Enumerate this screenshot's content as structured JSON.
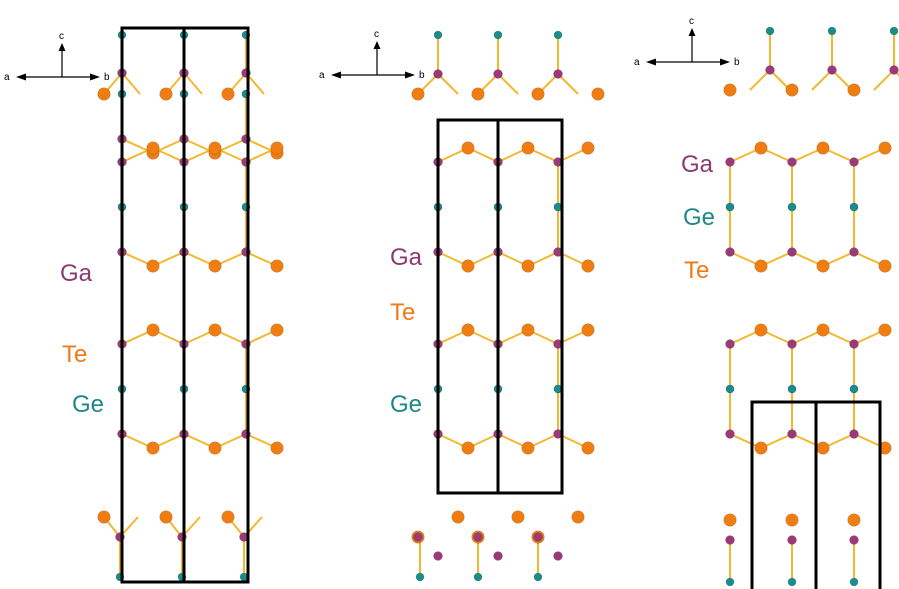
{
  "colors": {
    "Ga": "#9b3a78",
    "Te": "#f07d12",
    "Ge": "#1a8c8c",
    "bond": "#f2b830",
    "cell": "#000000",
    "Ga_label": "#8d3a72",
    "Te_label": "#f07a18",
    "Ge_label": "#1f8787"
  },
  "panels": [
    {
      "axes": {
        "a": "a",
        "b": "b",
        "c": "c"
      },
      "labels": {
        "Ga": "Ga",
        "Te": "Te",
        "Ge": "Ge"
      }
    },
    {
      "axes": {
        "a": "a",
        "b": "b",
        "c": "c"
      },
      "labels": {
        "Ga": "Ga",
        "Te": "Te",
        "Ge": "Ge"
      }
    },
    {
      "axes": {
        "a": "a",
        "b": "b",
        "c": "c"
      },
      "labels": {
        "Ga": "Ga",
        "Ge": "Ge",
        "Te": "Te"
      }
    }
  ]
}
